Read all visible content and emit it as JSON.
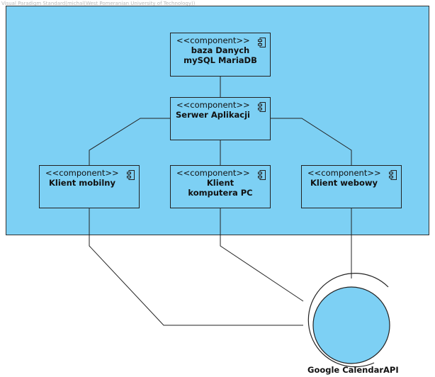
{
  "watermark": "Visual Paradigm Standard(michal(West Pomeranian University of Technology))",
  "stereotype": "<<component>>",
  "components": {
    "db": {
      "lines": [
        "baza Danych",
        "mySQL MariaDB"
      ]
    },
    "server": {
      "lines": [
        "Serwer Aplikacji"
      ]
    },
    "mobile": {
      "lines": [
        "Klient mobilny"
      ]
    },
    "pc": {
      "lines": [
        "Klient",
        "komputera PC"
      ]
    },
    "web": {
      "lines": [
        "Klient webowy"
      ]
    }
  },
  "interface": {
    "label": "Google CalendarAPI"
  },
  "colors": {
    "fill": "#7dd0f4",
    "stroke": "#222222"
  }
}
